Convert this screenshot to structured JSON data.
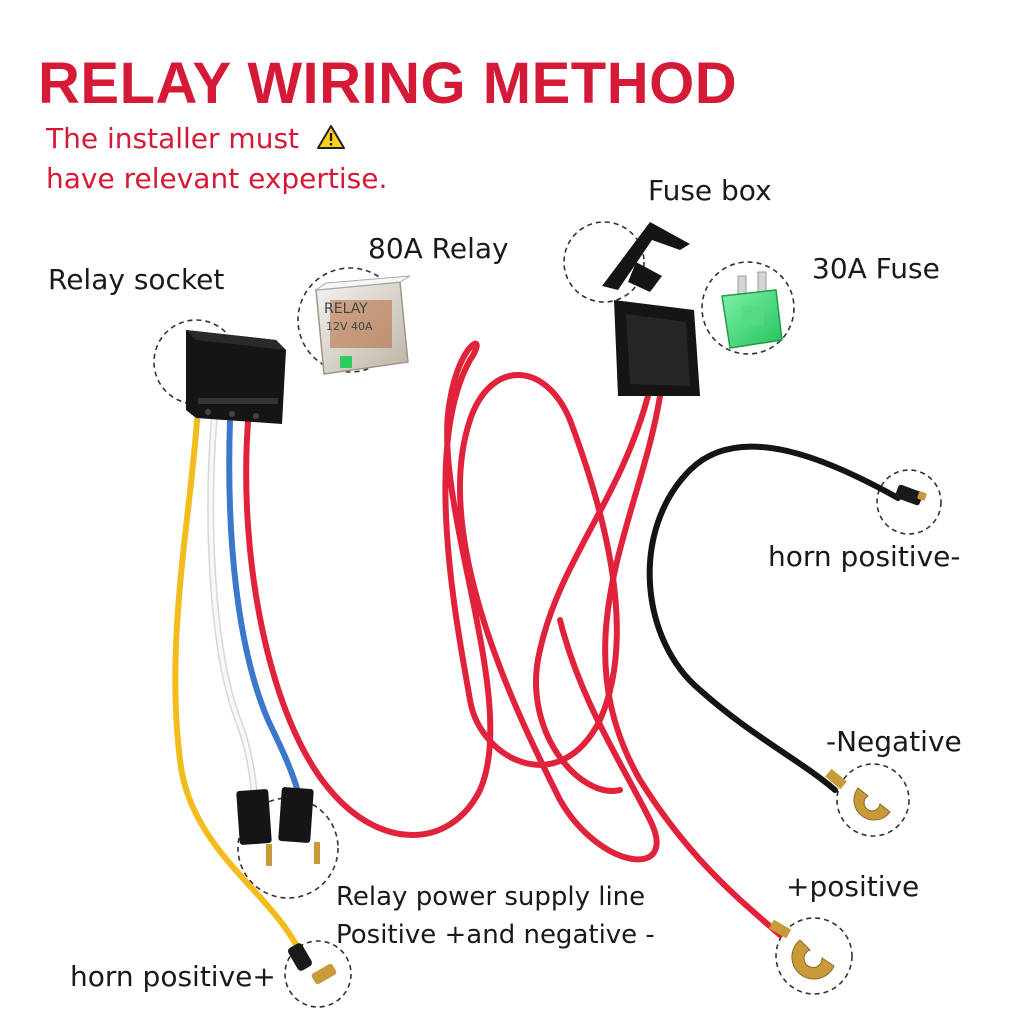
{
  "header": {
    "title": "RELAY WIRING METHOD",
    "warning_line1": "The installer must",
    "warning_line2": "have relevant expertise."
  },
  "labels": {
    "relay_socket": "Relay socket",
    "relay": "80A Relay",
    "fuse_box": "Fuse box",
    "fuse": "30A Fuse",
    "horn_positive_minus": "horn positive-",
    "negative": "-Negative",
    "positive": "+positive",
    "power_supply_line1": "Relay power supply line",
    "power_supply_line2": "Positive +and negative -",
    "horn_positive_plus": "horn positive+"
  },
  "components": {
    "relay_top_text": "RELAY",
    "relay_spec_text": "12V 40A"
  },
  "colors": {
    "accent_red": "#d51a37",
    "wire_red": "#e0223a",
    "wire_black": "#141414",
    "wire_yellow": "#f2bd1c",
    "wire_blue": "#3b78cc",
    "wire_white": "#e9e9e9",
    "fuse_green": "#3fe07a",
    "brass": "#c89a3a"
  },
  "icons": {
    "warning": "warning-triangle-icon"
  }
}
